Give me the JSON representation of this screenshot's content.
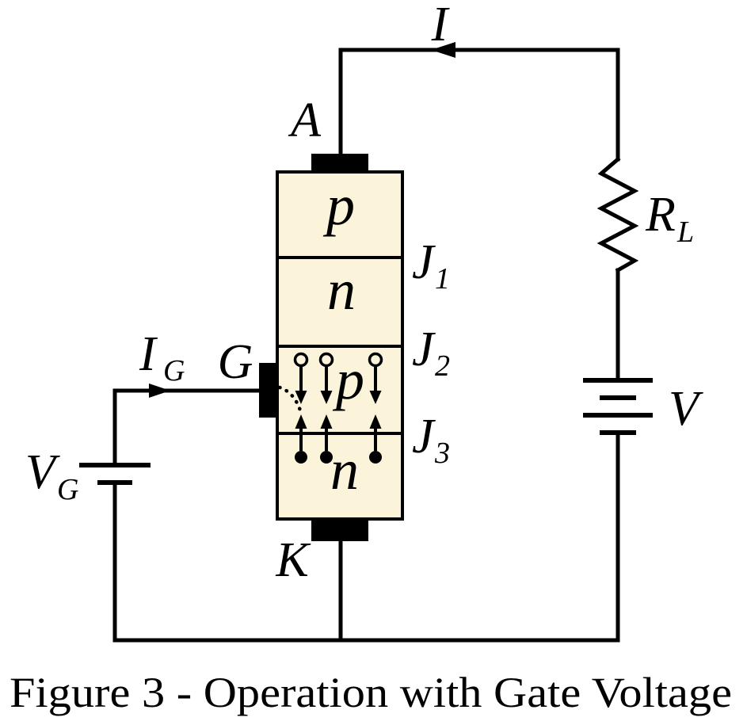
{
  "figure": {
    "caption": "Figure 3 - Operation with Gate Voltage"
  },
  "colors": {
    "semiconductor_fill": "#FBF3DA",
    "line": "#000000",
    "background": "#FFFFFF"
  },
  "terminals": {
    "anode": "A",
    "cathode": "K",
    "gate": "G"
  },
  "currents": {
    "load_current": {
      "label": "I",
      "direction": "left-along-top-wire"
    },
    "gate_current": {
      "main": "I",
      "sub": "G",
      "direction": "right-into-gate"
    }
  },
  "components": {
    "load_resistor": {
      "main": "R",
      "sub": "L",
      "type": "resistor"
    },
    "supply_voltage": {
      "label": "V",
      "type": "battery-2-cell"
    },
    "gate_voltage": {
      "main": "V",
      "sub": "G",
      "type": "battery-1-cell"
    }
  },
  "layers": [
    {
      "label": "p"
    },
    {
      "label": "n"
    },
    {
      "label": "p"
    },
    {
      "label": "n"
    }
  ],
  "junctions": [
    {
      "main": "J",
      "sub": "1"
    },
    {
      "main": "J",
      "sub": "2"
    },
    {
      "main": "J",
      "sub": "3"
    }
  ],
  "carriers": {
    "holes": {
      "glyph": "open-circle",
      "count": 3,
      "direction": "down",
      "region": "gate p-layer"
    },
    "electrons": {
      "glyph": "filled-circle",
      "count": 3,
      "direction": "up",
      "region": "cathode n-layer"
    }
  }
}
